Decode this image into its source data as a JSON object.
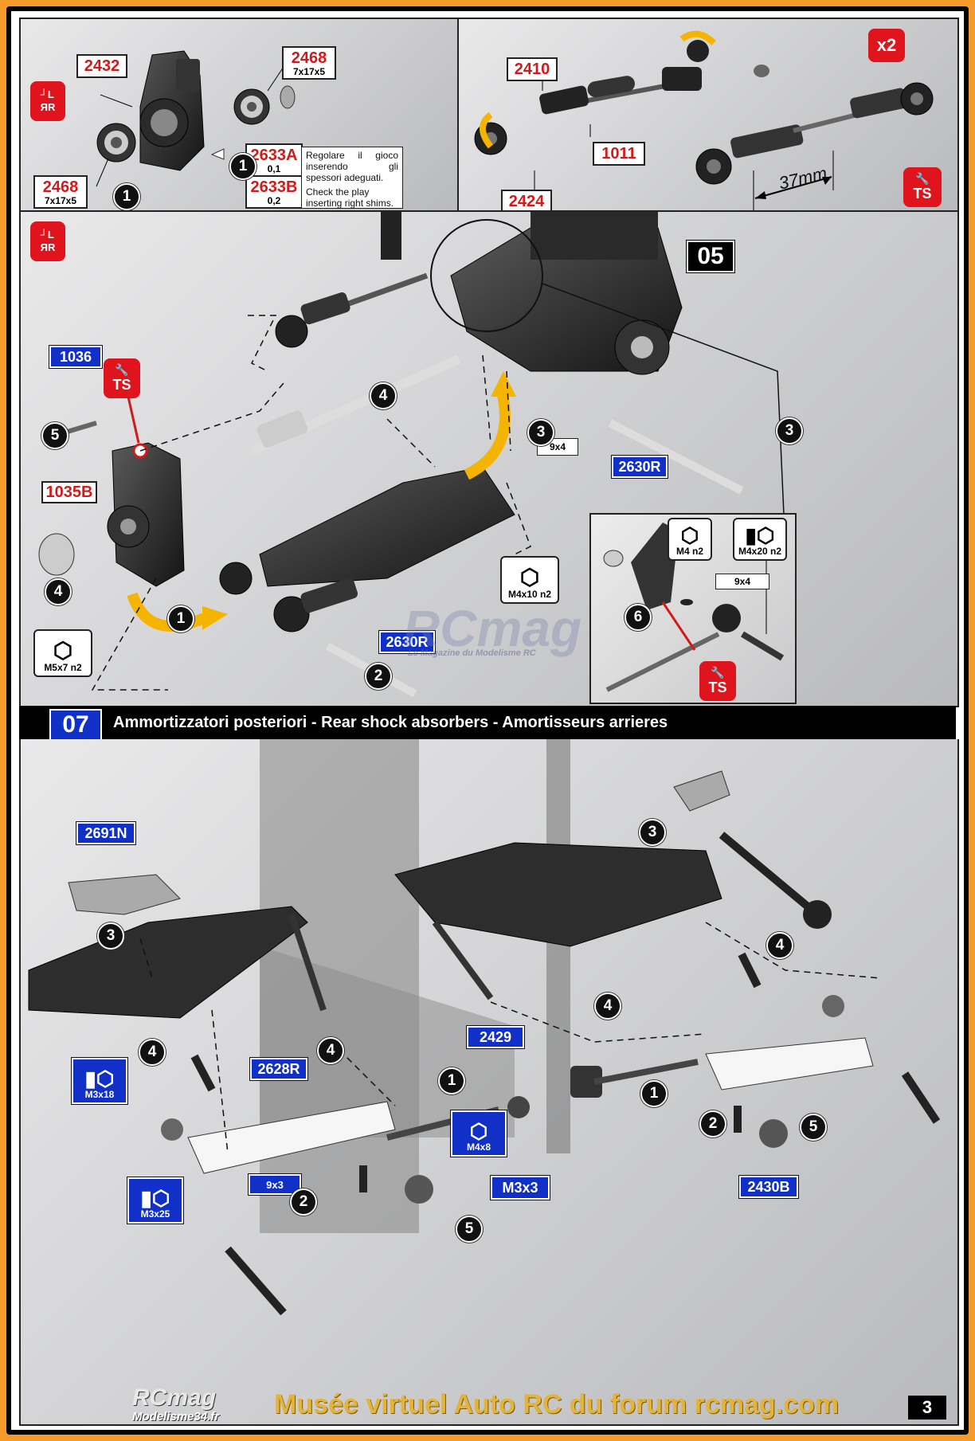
{
  "top_left": {
    "parts": [
      {
        "code": "2432"
      },
      {
        "code": "2468",
        "size": "7x17x5"
      },
      {
        "code": "2468",
        "size": "7x17x5"
      },
      {
        "code": "2633A",
        "size": "0,1"
      },
      {
        "code": "2633B",
        "size": "0,2"
      }
    ],
    "note_it": "Regolare il gioco inserendo gli spessori adeguati.",
    "note_en": "Check the play inserting right shims.",
    "steps": [
      "1",
      "1"
    ],
    "lr_icon": "left-right-icon"
  },
  "top_right": {
    "multiplier": "x2",
    "parts": [
      "2410",
      "1011",
      "2424"
    ],
    "dimension": "37mm",
    "ts_label": "TS"
  },
  "step05": {
    "number": "05",
    "parts": {
      "p1036": "1036",
      "p1035B": "1035B",
      "p2630R_a": "2630R",
      "p2630R_b": "2630R"
    },
    "ts_label": "TS",
    "washer": "9x4",
    "hardware": [
      {
        "name": "M5x7 n2"
      },
      {
        "name": "M4x10 n2"
      },
      {
        "name": "M4 n2"
      },
      {
        "name": "M4x20 n2"
      }
    ],
    "inset_washer": "9x4",
    "inset_ts": "TS",
    "steps": [
      "5",
      "4",
      "1",
      "4",
      "3",
      "3",
      "2",
      "6"
    ],
    "watermark": "RCmag",
    "watermark_sub": "Le Magazine du Modelisme RC"
  },
  "step07": {
    "number": "07",
    "title": "Ammortizzatori posteriori - Rear shock absorbers - Amortisseurs arrieres",
    "parts": {
      "p2691N": "2691N",
      "p2628R": "2628R",
      "p2429": "2429",
      "p2430B": "2430B"
    },
    "hardware": {
      "m3x18": "M3x18",
      "m4x8": "M4x8",
      "m3x3": "M3x3",
      "m3x25": "M3x25",
      "washer": "9x3"
    },
    "steps": [
      "3",
      "3",
      "4",
      "4",
      "4",
      "4",
      "1",
      "1",
      "2",
      "2",
      "5",
      "5"
    ]
  },
  "footer": {
    "logo": "RCmag",
    "logo_sub": "Modelisme34.fr",
    "museum": "Musée virtuel Auto RC du forum rcmag.com",
    "page_number": "3"
  },
  "colors": {
    "frame": "#f39a2a",
    "red_label": "#d21a1a",
    "blue_label": "#1030c8",
    "ts_badge": "#e0141c",
    "arrow": "#f4b400"
  }
}
